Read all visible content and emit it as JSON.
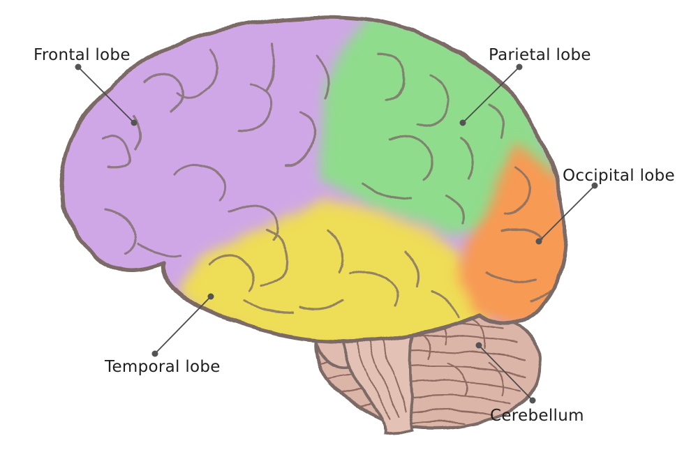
{
  "title": "Brain lobes diagram",
  "labels": {
    "frontal": {
      "text": "Frontal lobe"
    },
    "parietal": {
      "text": "Parietal lobe"
    },
    "occipital": {
      "text": "Occipital lobe"
    },
    "temporal": {
      "text": "Temporal lobe"
    },
    "cerebellum": {
      "text": "Cerebellum"
    }
  },
  "colors": {
    "frontal": "#cfa7e6",
    "parietal": "#8fdc8d",
    "occipital": "#f79a52",
    "temporal": "#eedd57",
    "cerebellum_fill": "#dcb5a9",
    "cerebellum_lines": "#8f6a60",
    "brainstem_fill": "#e3c1b5",
    "pons_fill": "#e0bcb0",
    "outline": "#7c6b66",
    "gyri": "#7c6b66",
    "leader_line": "#4b4b4b",
    "leader_dot": "#545454",
    "label_text": "#202020",
    "background": "#ffffff"
  }
}
